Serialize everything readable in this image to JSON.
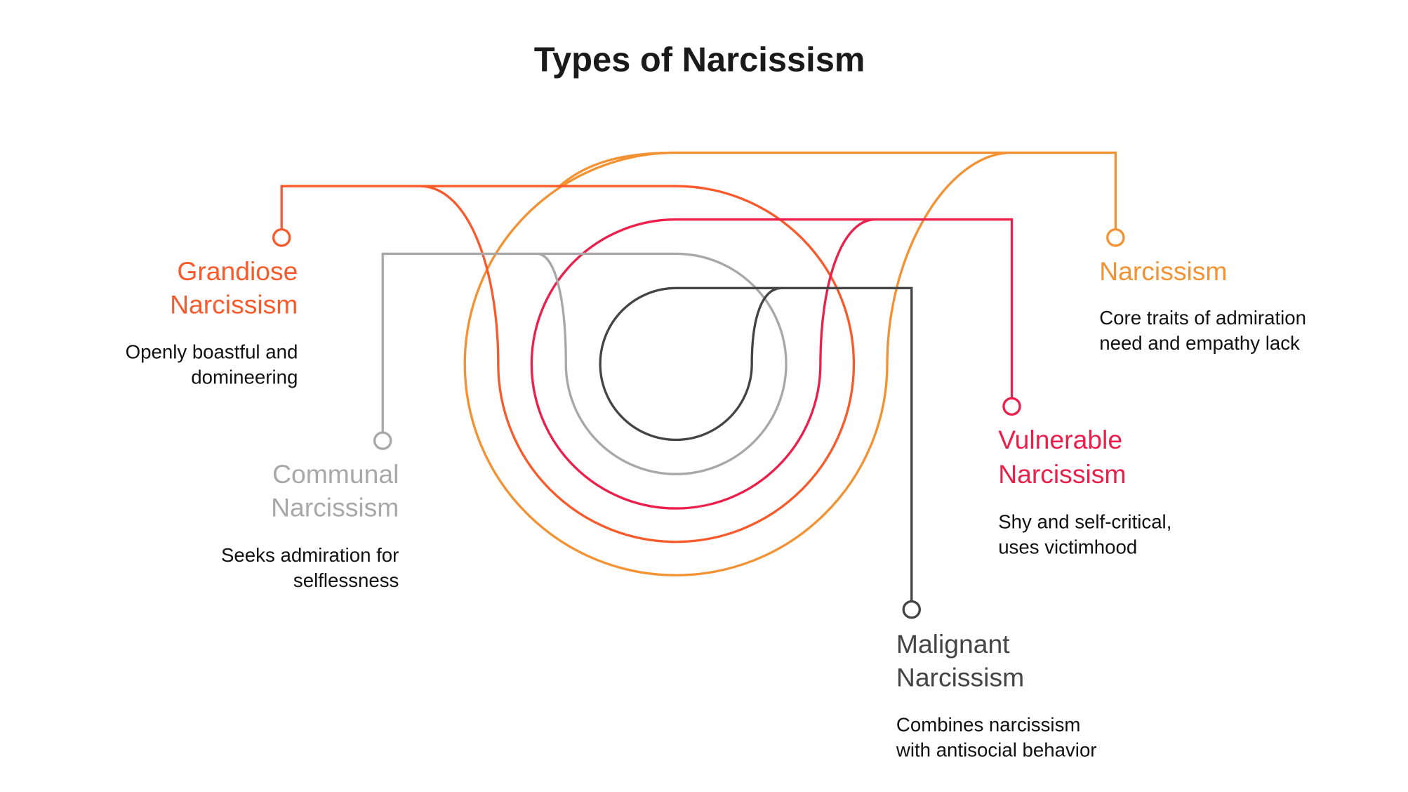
{
  "title": "Types of Narcissism",
  "colors": {
    "narcissism": "#F39233",
    "grandiose": "#F95A2B",
    "vulnerable": "#EC1F4B",
    "communal": "#A8A8A8",
    "malignant": "#444444"
  },
  "items": [
    {
      "key": "narcissism",
      "title_lines": [
        "Narcissism"
      ],
      "desc_lines": [
        "Core traits of admiration",
        "need and empathy lack"
      ]
    },
    {
      "key": "grandiose",
      "title_lines": [
        "Grandiose",
        "Narcissism"
      ],
      "desc_lines": [
        "Openly boastful and",
        "domineering"
      ]
    },
    {
      "key": "vulnerable",
      "title_lines": [
        "Vulnerable",
        "Narcissism"
      ],
      "desc_lines": [
        "Shy and self-critical,",
        "uses victimhood"
      ]
    },
    {
      "key": "communal",
      "title_lines": [
        "Communal",
        "Narcissism"
      ],
      "desc_lines": [
        "Seeks admiration for",
        "selflessness"
      ]
    },
    {
      "key": "malignant",
      "title_lines": [
        "Malignant",
        "Narcissism"
      ],
      "desc_lines": [
        "Combines narcissism",
        "with antisocial behavior"
      ]
    }
  ]
}
